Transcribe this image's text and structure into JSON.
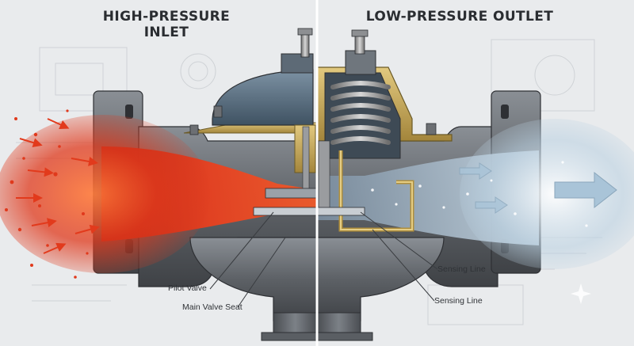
{
  "headings": {
    "left": "HIGH-PRESSURE INLET",
    "right": "LOW-PRESSURE OUTLET"
  },
  "callouts": {
    "pilot_valve": "Pilot Valve",
    "main_valve_seat": "Main Valve Seat",
    "sensing_line_upper": "Sensing Line",
    "sensing_line_lower": "Sensing Line"
  },
  "colors": {
    "high_pressure": "#e0391c",
    "low_pressure": "#a9c4d8",
    "body_metal": "#5d6166",
    "diaphragm_cap": "#56697a",
    "brass": "#c6a95a",
    "background": "#e9ebed"
  },
  "icons": [
    "flow-arrow-icon",
    "sparkle-icon"
  ]
}
